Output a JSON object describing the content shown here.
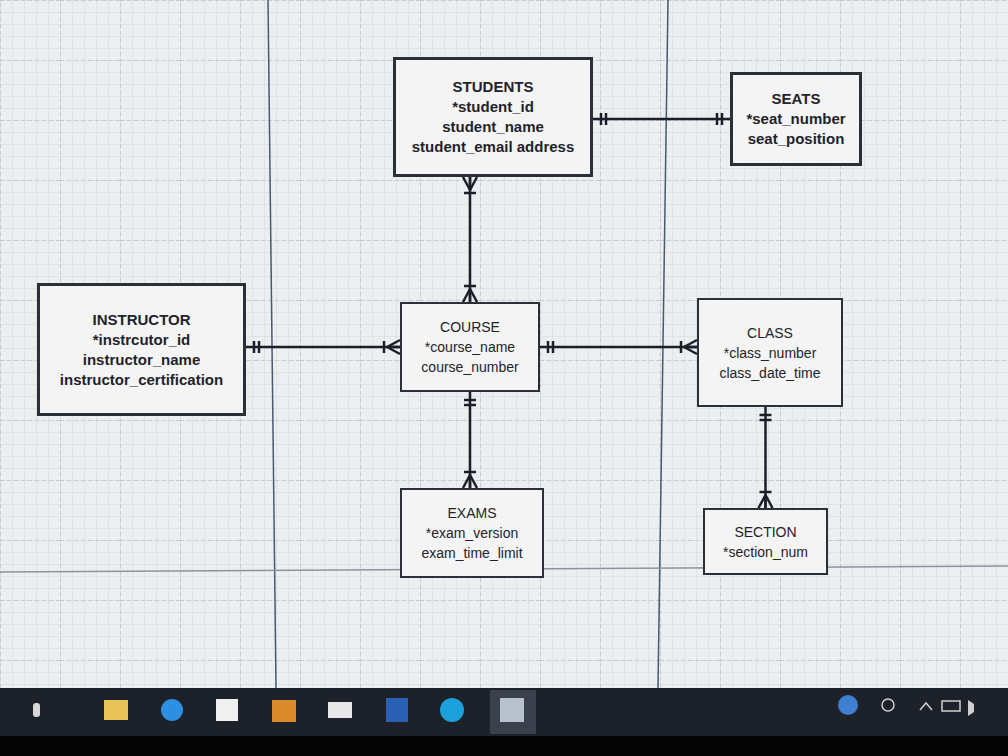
{
  "diagram": {
    "nodes": [
      {
        "text": [
          "STUDENTS",
          "*student_id",
          "student_name",
          "student_email address"
        ]
      },
      {
        "text": [
          "SEATS",
          "*seat_number",
          "seat_position"
        ]
      },
      {
        "text": [
          "INSTRUCTOR",
          "*instrcutor_id",
          "instructor_name",
          "instructor_certification"
        ]
      },
      {
        "text": [
          "COURSE",
          "*course_name",
          "course_number"
        ]
      },
      {
        "text": [
          "CLASS",
          "*class_number",
          "class_date_time"
        ]
      },
      {
        "text": [
          "EXAMS",
          "*exam_version",
          "exam_time_limit"
        ]
      },
      {
        "text": [
          "SECTION",
          "*section_num"
        ]
      }
    ],
    "edges": [
      {
        "from": 0,
        "to": 1,
        "arrow": "both"
      },
      {
        "from": 0,
        "to": 3,
        "arrow": "both"
      },
      {
        "from": 2,
        "to": 3,
        "arrow": "both"
      },
      {
        "from": 3,
        "to": 4,
        "arrow": "both"
      },
      {
        "from": 3,
        "to": 5,
        "arrow": "both"
      },
      {
        "from": 4,
        "to": 6,
        "arrow": "both"
      }
    ]
  }
}
